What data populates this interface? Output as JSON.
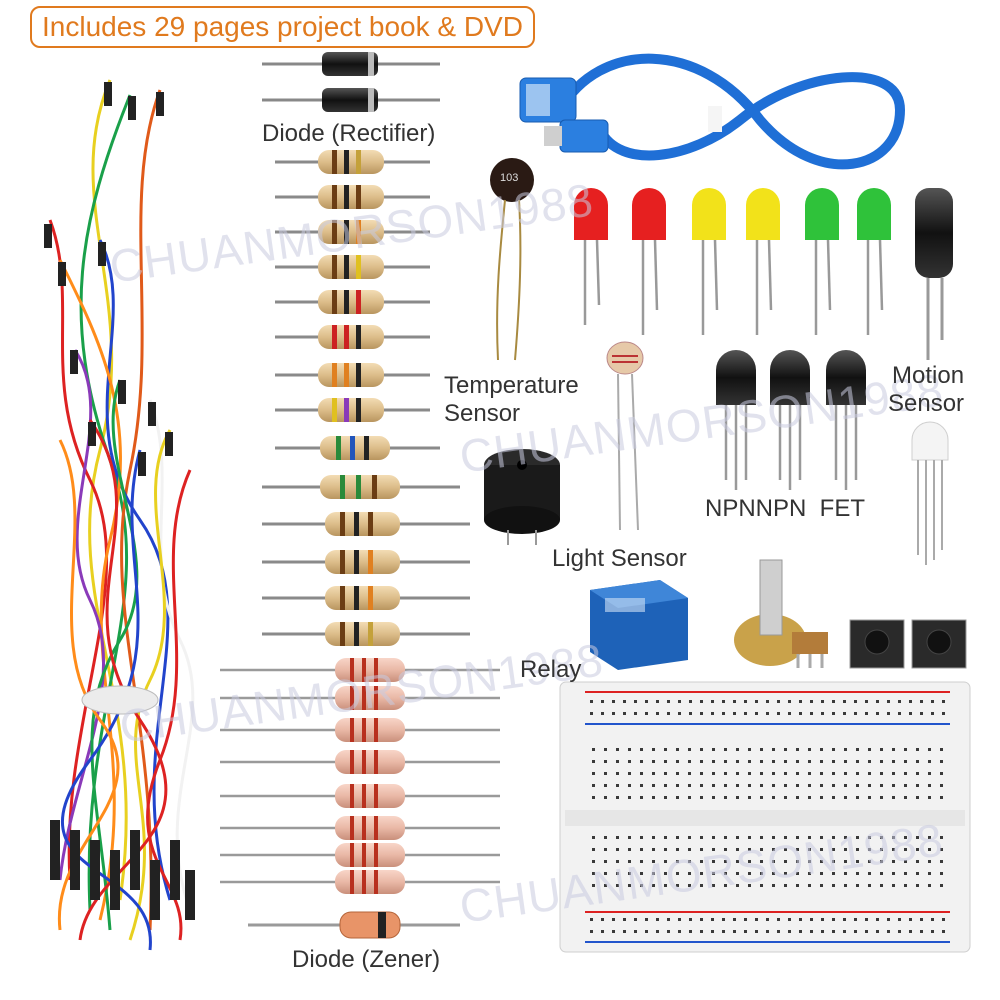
{
  "banner": {
    "text": "Includes 29 pages project book &  DVD"
  },
  "labels": {
    "diode_rectifier": "Diode (Rectifier)",
    "temperature_sensor_1": "Temperature",
    "temperature_sensor_2": "Sensor",
    "motion_sensor_1": "Motion",
    "motion_sensor_2": "Sensor",
    "light_sensor": "Light Sensor",
    "transistors": "NPNNPN  FET",
    "relay": "Relay",
    "diode_zener": "Diode (Zener)"
  },
  "component_text": {
    "thermistor_code": "103"
  },
  "watermark": "CHUANMORSON1988",
  "colors": {
    "banner_accent": "#e07a1e",
    "cable_blue": "#1f6fd6",
    "led_red": "#e62020",
    "led_yellow": "#f2e21a",
    "led_green": "#2fc23a",
    "relay_blue": "#1e62b8",
    "breadboard": "#f2f2f2"
  }
}
